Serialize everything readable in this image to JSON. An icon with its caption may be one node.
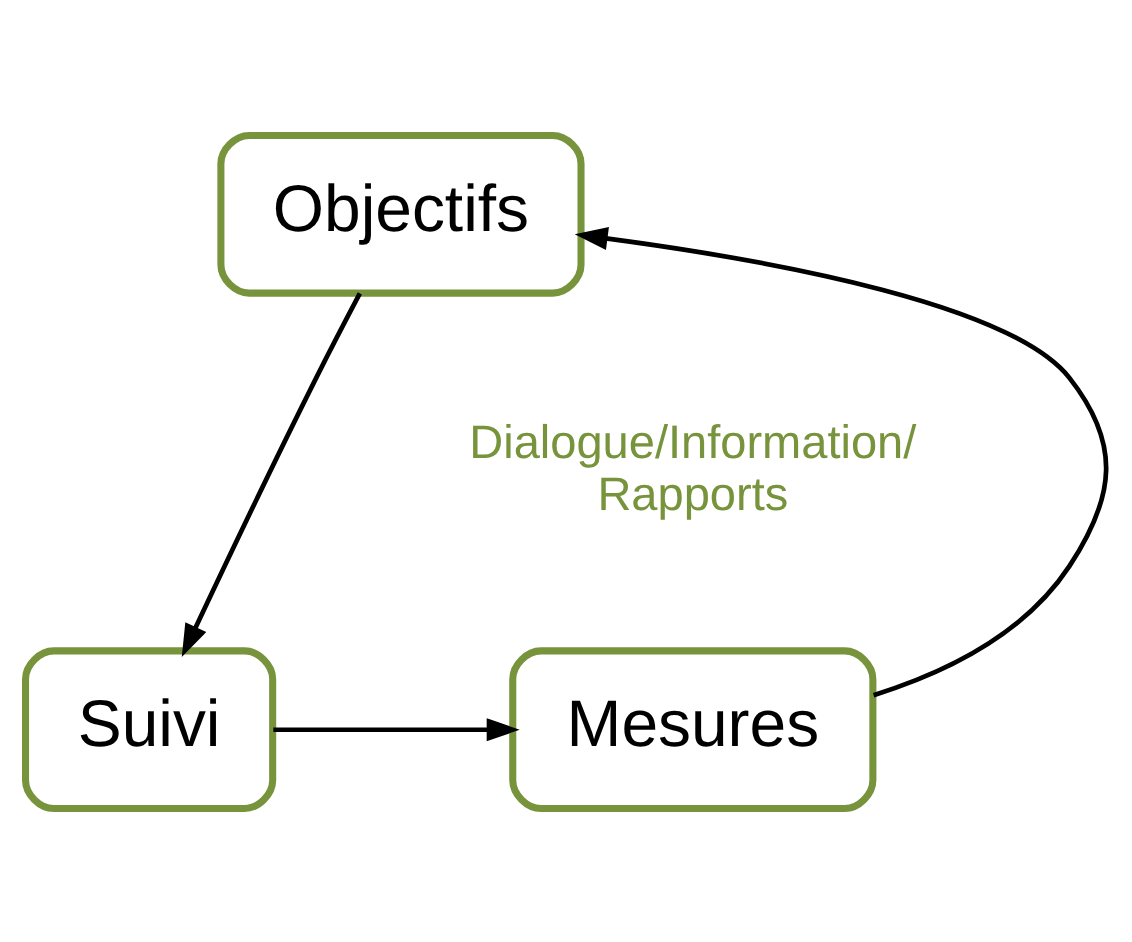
{
  "diagram": {
    "nodes": [
      {
        "text": [
          "Objectifs"
        ]
      },
      {
        "text": [
          "Suivi"
        ]
      },
      {
        "text": [
          "Mesures"
        ]
      }
    ],
    "edges": [
      {
        "from": 0,
        "to": 1,
        "arrow": "to"
      },
      {
        "from": 1,
        "to": 2,
        "arrow": "to"
      },
      {
        "from": 2,
        "to": 0,
        "arrow": "to"
      }
    ],
    "labels": [
      "Dialogue/Information/ Rapports"
    ]
  }
}
